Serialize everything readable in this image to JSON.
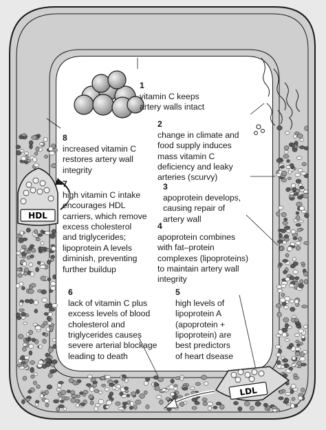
{
  "steps": [
    {
      "num": "1",
      "text": "vitamin C keeps\nartery walls intact"
    },
    {
      "num": "2",
      "text": "change in climate and\nfood supply induces\nmass vitamin C\ndeficiency and leaky\narteries (scurvy)"
    },
    {
      "num": "3",
      "text": "apoprotein develops,\ncausing repair of\nartery wall"
    },
    {
      "num": "4",
      "text": "apoprotein combines\nwith fat–protein\ncomplexes (lipoproteins)\nto maintain artery wall\nintegrity"
    },
    {
      "num": "5",
      "text": "high levels of\nlipoprotein A\n(apoprotein +\nlipoprotein) are\nbest predictors\nof heart dsease"
    },
    {
      "num": "6",
      "text": "lack of vitamin C plus\nexcess levels of blood\ncholesterol and\ntriglycerides causes\nsevere arterial blockage\nleading to death"
    },
    {
      "num": "7",
      "text": "high vitamin C intake\nencourages HDL\ncarriers, which remove\nexcess cholesterol\nand triglycerides;\nlipoprotein A levels\ndiminish, preventing\nfurther buildup"
    },
    {
      "num": "8",
      "text": "increased vitamin C\nrestores artery wall\nintegrity"
    }
  ],
  "carriers": {
    "hdl": "HDL",
    "ldl": "LDL"
  },
  "colors": {
    "background": "#e9e9e9",
    "artery_fill": "#cfcfcf",
    "inner_panel": "#ffffff",
    "outline": "#1a1a1a",
    "particle_dark": "#5a5a5a",
    "particle_mid": "#9a9a9a",
    "particle_light": "#f4f4f4"
  }
}
